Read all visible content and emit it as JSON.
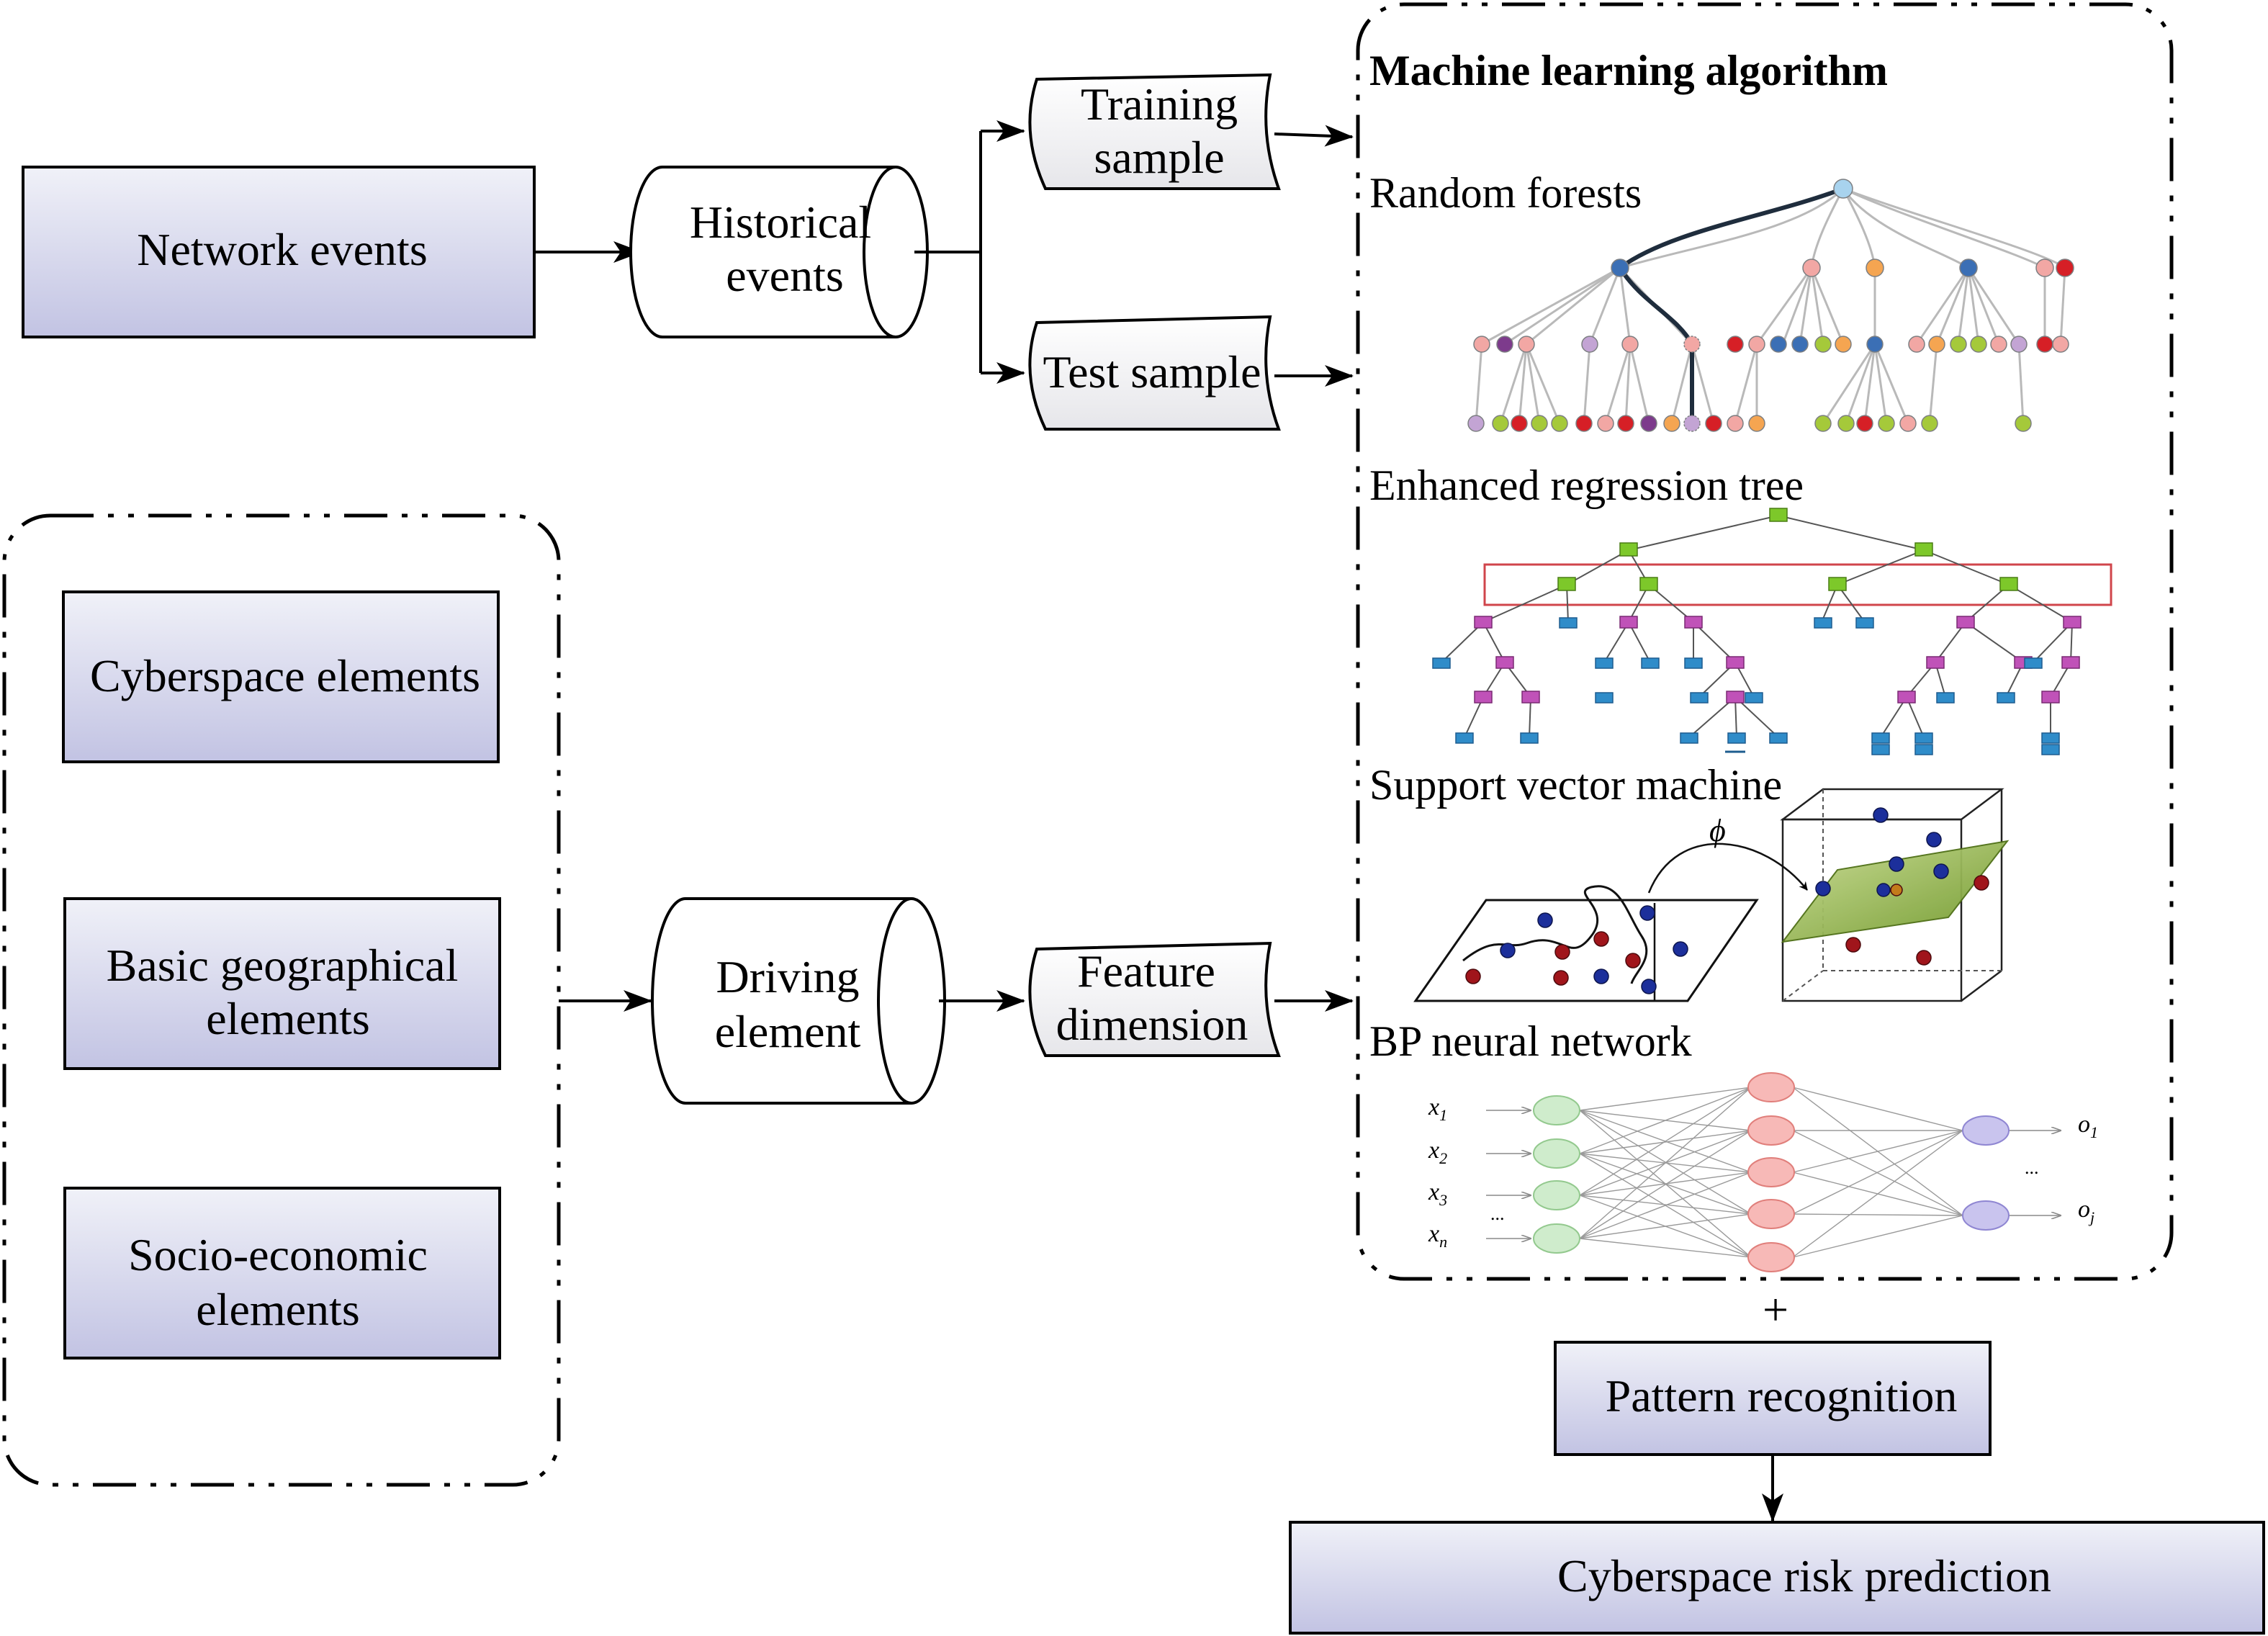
{
  "nodes": {
    "network_events": "Network events",
    "historical_events": [
      "Historical",
      "events"
    ],
    "training_sample": [
      "Training",
      "sample"
    ],
    "test_sample": "Test sample",
    "cyberspace_elements": "Cyberspace elements",
    "basic_geographical_elements": [
      "Basic geographical",
      "elements"
    ],
    "socio_economic_elements": [
      "Socio-economic",
      "elements"
    ],
    "driving_element": [
      "Driving",
      "element"
    ],
    "feature_dimension": [
      "Feature",
      "dimension"
    ],
    "pattern_recognition": "Pattern recognition",
    "cyberspace_risk_prediction": "Cyberspace risk prediction",
    "plus_sign": "+"
  },
  "ml_panel": {
    "title": "Machine learning algorithm",
    "algorithms": [
      "Random forests",
      "Enhanced regression tree",
      "Support vector machine",
      "BP neural network"
    ],
    "svm_map_symbol": "ϕ",
    "nn_inputs": [
      "x",
      "x",
      "x",
      "...",
      "x"
    ],
    "nn_input_subscripts": [
      "1",
      "2",
      "3",
      "",
      "n"
    ],
    "nn_outputs": [
      "o",
      "...",
      "o"
    ],
    "nn_output_subscripts": [
      "1",
      "",
      "j"
    ]
  },
  "colors": {
    "box_fill_top": "#eff0f7",
    "box_fill_bottom": "#c4c5e4",
    "cylinder_fill": "#ffffff",
    "doc_fill_top": "#ffffff",
    "doc_fill_bottom": "#e9e9ec",
    "tree_green": "#7dc82a",
    "tree_purple": "#c052b8",
    "tree_blue": "#2f8cc9",
    "rf_blue": "#3b6fb5",
    "rf_pink": "#f2a7a4",
    "rf_red": "#d61f26",
    "rf_lime": "#a5c93a",
    "rf_orange": "#f5a551",
    "rf_lavender": "#c3a4d4",
    "svm_blue": "#1c2f9b",
    "svm_red": "#a0151b",
    "svm_plane": "#8fb43a",
    "nn_green": "#cfeccc",
    "nn_red": "#f7b9b7",
    "nn_purple": "#c9c4ee"
  }
}
